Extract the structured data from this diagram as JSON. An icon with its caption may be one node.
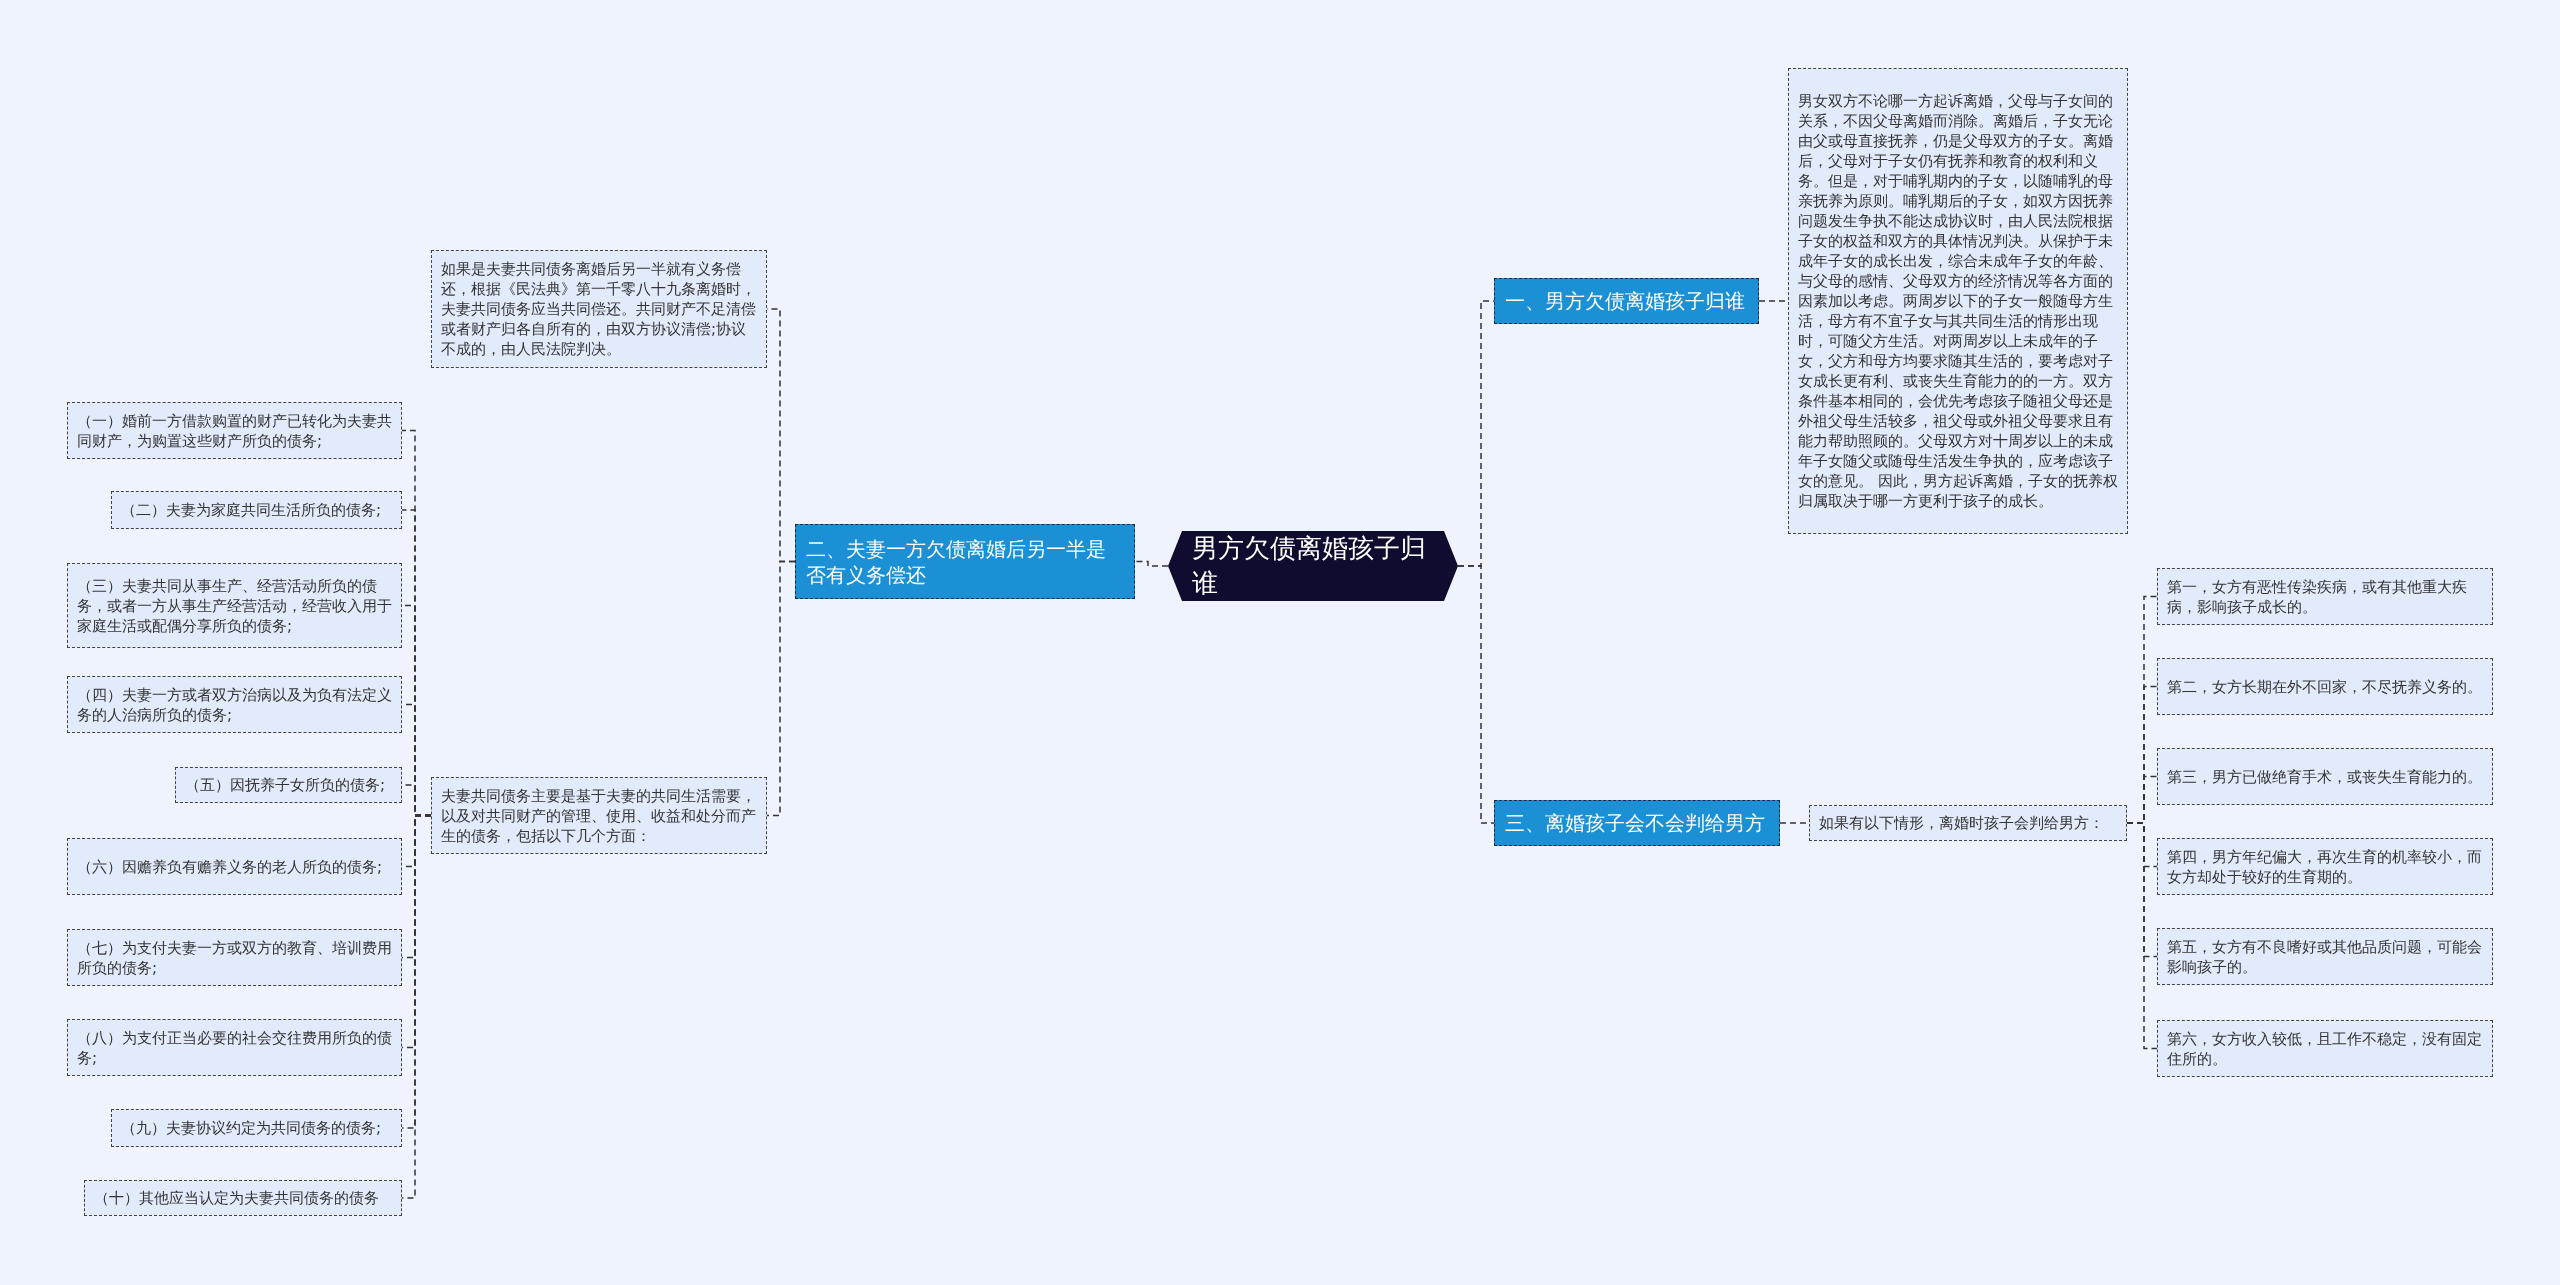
{
  "diagram": {
    "nodes": [
      {
        "text": [
          "男方欠债离婚孩子归谁"
        ]
      },
      {
        "text": [
          "一、男方欠债离婚孩子归谁"
        ]
      },
      {
        "text": [
          "男女双方不论哪一方起诉离婚，父母与子女间的关系，不因父母离婚而消除。离婚后，子女无论由父或母直接抚养，仍是父母双方的子女。离婚后，父母对于子女仍有抚养和教育的权利和义务。但是，对于哺乳期内的子女，以随哺乳的母亲抚养为原则。哺乳期后的子女，如双方因抚养问题发生争执不能达成协议时，由人民法院根据子女的权益和双方的具体情况判决。从保护于未成年子女的成长出发，综合未成年子女的年龄、与父母的感情、父母双方的经济情况等各方面的因素加以考虑。两周岁以下的子女一般随母方生活，母方有不宜子女与其共同生活的情形出现时，可随父方生活。对两周岁以上未成年的子女，父方和母方均要求随其生活的，要考虑对子女成长更有利、或丧失生育能力的的一方。双方条件基本相同的，会优先考虑孩子随祖父母还是外祖父母生活较多，祖父母或外祖父母要求且有能力帮助照顾的。父母双方对十周岁以上的未成年子女随父或随母生活发生争执的，应考虑该子女的意见。 因此，男方起诉离婚，子女的抚养权归属取决于哪一方更利于孩子的成长。"
        ]
      },
      {
        "text": [
          "三、离婚孩子会不会判给男方"
        ]
      },
      {
        "text": [
          "如果有以下情形，离婚时孩子会判给男方："
        ]
      },
      {
        "text": [
          "第一，女方有恶性传染疾病，或有其他重大疾病，影响孩子成长的。"
        ]
      },
      {
        "text": [
          "第二，女方长期在外不回家，不尽抚养义务的。"
        ]
      },
      {
        "text": [
          "第三，男方已做绝育手术，或丧失生育能力的。"
        ]
      },
      {
        "text": [
          "第四，男方年纪偏大，再次生育的机率较小，而女方却处于较好的生育期的。"
        ]
      },
      {
        "text": [
          "第五，女方有不良嗜好或其他品质问题，可能会影响孩子的。"
        ]
      },
      {
        "text": [
          "第六，女方收入较低，且工作不稳定，没有固定住所的。"
        ]
      },
      {
        "text": [
          "二、夫妻一方欠债离婚后另一半是否有义务偿还"
        ]
      },
      {
        "text": [
          "如果是夫妻共同债务离婚后另一半就有义务偿还，根据《民法典》第一千零八十九条离婚时，夫妻共同债务应当共同偿还。共同财产不足清偿或者财产归各自所有的，由双方协议清偿;协议不成的，由人民法院判决。"
        ]
      },
      {
        "text": [
          "夫妻共同债务主要是基于夫妻的共同生活需要，以及对共同财产的管理、使用、收益和处分而产生的债务，包括以下几个方面："
        ]
      },
      {
        "text": [
          "（一）婚前一方借款购置的财产已转化为夫妻共同财产，为购置这些财产所负的债务;"
        ]
      },
      {
        "text": [
          "（二）夫妻为家庭共同生活所负的债务;"
        ]
      },
      {
        "text": [
          "（三）夫妻共同从事生产、经营活动所负的债务，或者一方从事生产经营活动，经营收入用于家庭生活或配偶分享所负的债务;"
        ]
      },
      {
        "text": [
          "（四）夫妻一方或者双方治病以及为负有法定义务的人治病所负的债务;"
        ]
      },
      {
        "text": [
          "（五）因抚养子女所负的债务;"
        ]
      },
      {
        "text": [
          "（六）因赡养负有赡养义务的老人所负的债务;"
        ]
      },
      {
        "text": [
          "（七）为支付夫妻一方或双方的教育、培训费用所负的债务;"
        ]
      },
      {
        "text": [
          "（八）为支付正当必要的社会交往费用所负的债务;"
        ]
      },
      {
        "text": [
          "（九）夫妻协议约定为共同债务的债务;"
        ]
      },
      {
        "text": [
          "（十）其他应当认定为夫妻共同债务的债务"
        ]
      }
    ],
    "edges": [
      {
        "from": 0,
        "to": 11,
        "arrow": "none"
      },
      {
        "from": 0,
        "to": 1,
        "arrow": "none"
      },
      {
        "from": 0,
        "to": 3,
        "arrow": "none"
      },
      {
        "from": 1,
        "to": 2,
        "arrow": "none"
      },
      {
        "from": 3,
        "to": 4,
        "arrow": "none"
      },
      {
        "from": 4,
        "to": 5,
        "arrow": "none"
      },
      {
        "from": 4,
        "to": 6,
        "arrow": "none"
      },
      {
        "from": 4,
        "to": 7,
        "arrow": "none"
      },
      {
        "from": 4,
        "to": 8,
        "arrow": "none"
      },
      {
        "from": 4,
        "to": 9,
        "arrow": "none"
      },
      {
        "from": 4,
        "to": 10,
        "arrow": "none"
      },
      {
        "from": 11,
        "to": 12,
        "arrow": "none"
      },
      {
        "from": 11,
        "to": 13,
        "arrow": "none"
      },
      {
        "from": 13,
        "to": 14,
        "arrow": "none"
      },
      {
        "from": 13,
        "to": 15,
        "arrow": "none"
      },
      {
        "from": 13,
        "to": 16,
        "arrow": "none"
      },
      {
        "from": 13,
        "to": 17,
        "arrow": "none"
      },
      {
        "from": 13,
        "to": 18,
        "arrow": "none"
      },
      {
        "from": 13,
        "to": 19,
        "arrow": "none"
      },
      {
        "from": 13,
        "to": 20,
        "arrow": "none"
      },
      {
        "from": 13,
        "to": 21,
        "arrow": "none"
      },
      {
        "from": 13,
        "to": 22,
        "arrow": "none"
      },
      {
        "from": 13,
        "to": 23,
        "arrow": "none"
      }
    ]
  }
}
